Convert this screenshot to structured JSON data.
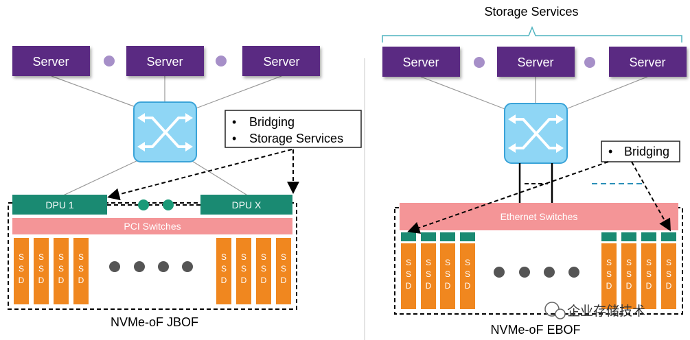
{
  "colors": {
    "server": "#5a2a82",
    "switch_fill": "#8fd6f5",
    "switch_stroke": "#3aa3d8",
    "dpu": "#1a8a72",
    "pci_switch": "#f49597",
    "ssd": "#f0871f",
    "dot_purple": "#a68fc8",
    "dot_green": "#1a9a78",
    "dot_gray": "#555555"
  },
  "jbof": {
    "servers": [
      "Server",
      "Server",
      "Server"
    ],
    "callout": {
      "line1": "Bridging",
      "line2": "Storage Services",
      "bullet": "•"
    },
    "dpu_left": "DPU 1",
    "dpu_right": "DPU X",
    "pci_switches": "PCI Switches",
    "ssd_label": [
      "S",
      "S",
      "D"
    ],
    "caption": "NVMe-oF JBOF"
  },
  "ebof": {
    "top_label": "Storage Services",
    "servers": [
      "Server",
      "Server",
      "Server"
    ],
    "callout": {
      "line1": "Bridging",
      "bullet": "•"
    },
    "ethernet_switches": "Ethernet Switches",
    "ssd_label": [
      "S",
      "S",
      "D"
    ],
    "caption": "NVMe-oF EBOF"
  },
  "watermark": "企业存储技术"
}
